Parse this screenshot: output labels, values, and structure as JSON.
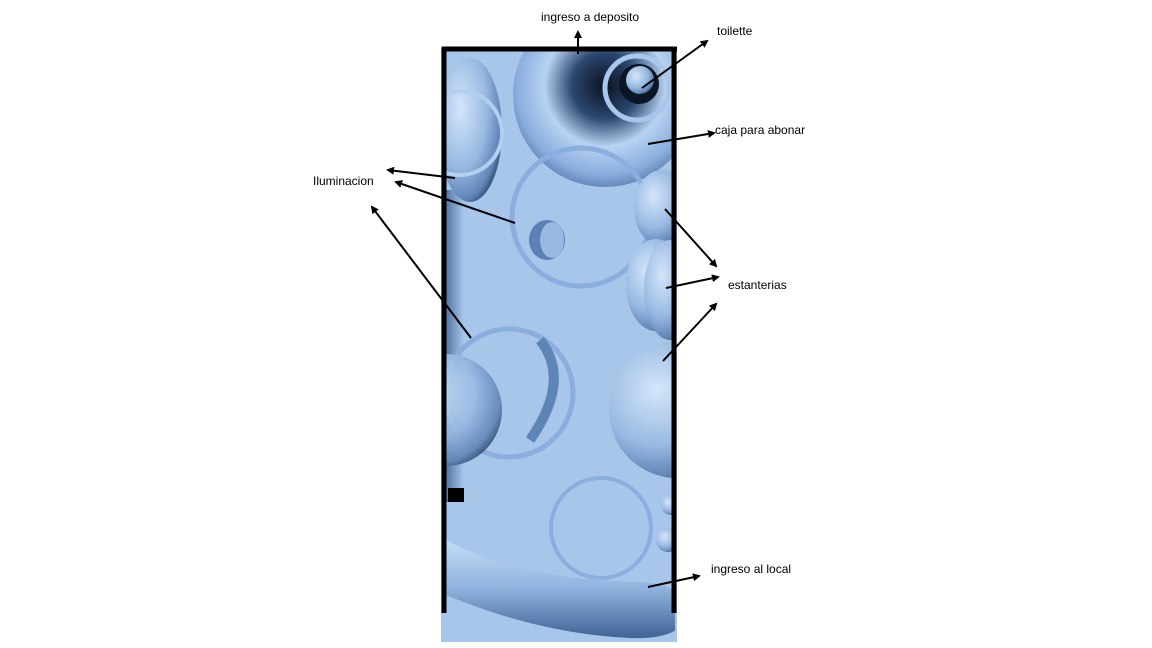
{
  "labels": {
    "ingreso_deposito": "ingreso a deposito",
    "toilette": "toilette",
    "caja": "caja para abonar",
    "iluminacion": "Iluminacion",
    "estanterias": "estanterias",
    "ingreso_local": "ingreso al local"
  },
  "colors": {
    "floor": "#a7c6ea",
    "object_light": "#c2daf5",
    "object_mid": "#8aaede",
    "object_dark": "#3d5f8c",
    "wall": "#000000",
    "arrow": "#000000"
  }
}
